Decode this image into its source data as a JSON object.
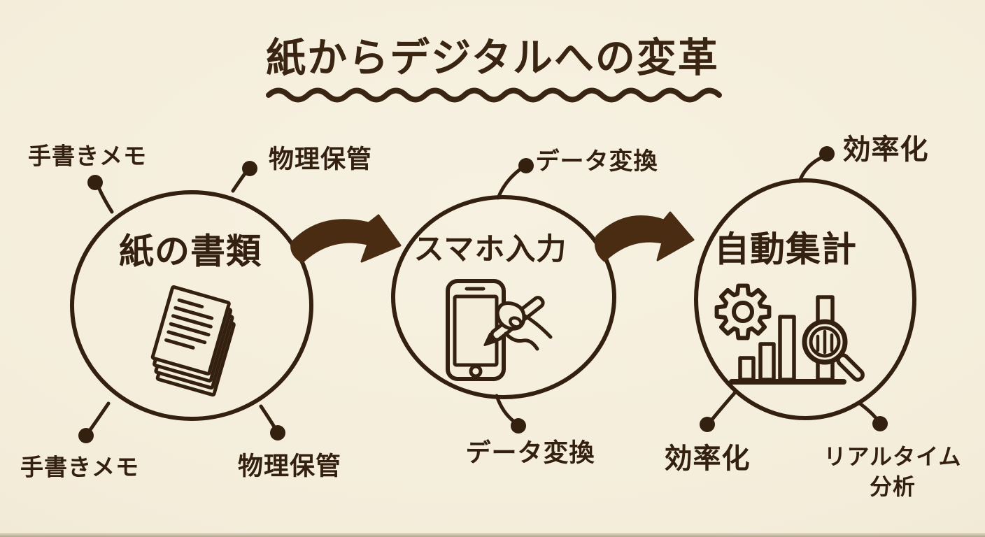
{
  "title": {
    "text": "紙からデジタルへの変革",
    "underline_style": "wavy"
  },
  "flow": {
    "nodes": [
      {
        "id": "paper-documents",
        "label": "紙の書類",
        "icon": "paper-stack-icon",
        "tags": {
          "top_left": "手書きメモ",
          "top_right": "物理保管",
          "bottom_left": "手書きメモ",
          "bottom_right": "物理保管"
        }
      },
      {
        "id": "smartphone-input",
        "label": "スマホ入力",
        "icon": "smartphone-handwriting-icon",
        "tags": {
          "top": "データ変換",
          "bottom": "データ変換"
        }
      },
      {
        "id": "auto-aggregation",
        "label": "自動集計",
        "icon": "gear-bar-chart-magnifier-icon",
        "tags": {
          "top": "効率化",
          "bottom_left": "効率化",
          "bottom_right": "リアルタイム分析",
          "bottom_right_lines": [
            "リアルタイム",
            "分析"
          ]
        }
      }
    ],
    "arrows": [
      {
        "from": "paper-documents",
        "to": "smartphone-input",
        "icon": "curved-right-arrow"
      },
      {
        "from": "smartphone-input",
        "to": "auto-aggregation",
        "icon": "curved-right-arrow"
      }
    ]
  },
  "style": {
    "paper_color": "#f4edda",
    "ink_color": "#33200f",
    "arrow_color": "#4a2c12"
  }
}
